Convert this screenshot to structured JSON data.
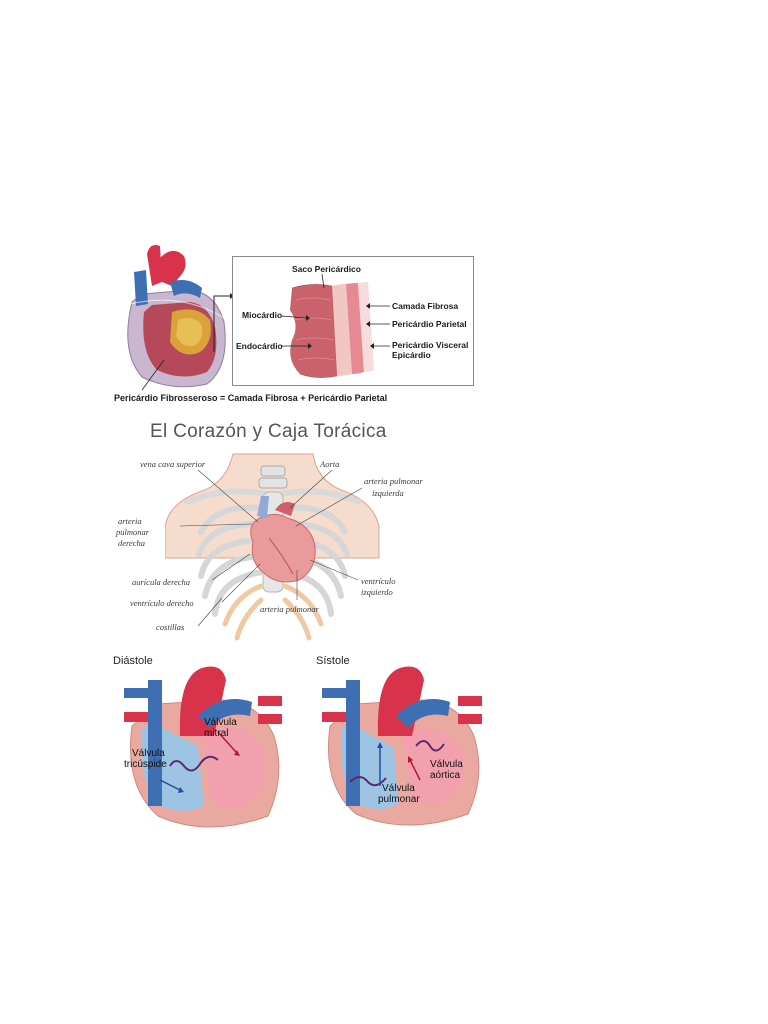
{
  "pericardium": {
    "labels": {
      "saco": "Saco Pericárdico",
      "miocardio": "Miocárdio",
      "endocardio": "Endocárdio",
      "camada_fibrosa": "Camada Fibrosa",
      "parietal": "Pericárdio Parietal",
      "visceral_1": "Pericárdio Visceral",
      "visceral_2": "Epicárdio"
    },
    "caption": "Pericárdio Fibrosseroso = Camada Fibrosa + Pericárdio Parietal"
  },
  "thorax": {
    "title": "El Corazón y Caja Torácica",
    "labels": {
      "vena_cava": "vena cava superior",
      "aorta": "Aorta",
      "art_pulm_izq_1": "arteria pulmonar",
      "art_pulm_izq_2": "izquierda",
      "art_pulm_der_1": "arteria",
      "art_pulm_der_2": "pulmonar",
      "art_pulm_der_3": "derecha",
      "auricula": "aurícula derecha",
      "ventriculo_der": "ventrículo derecho",
      "costillas": "costillas",
      "art_pulmonar": "arteria pulmonar",
      "vent_izq_1": "ventrículo",
      "vent_izq_2": "izquierdo"
    }
  },
  "cycle": {
    "diastole": {
      "title": "Diástole",
      "mitral_1": "Válvula",
      "mitral_2": "mitral",
      "tricuspide_1": "Válvula",
      "tricuspide_2": "tricúspide"
    },
    "systole": {
      "title": "Sístole",
      "aortica_1": "Válvula",
      "aortica_2": "aórtica",
      "pulmonar_1": "Válvula",
      "pulmonar_2": "pulmonar"
    }
  },
  "colors": {
    "arterial_red": "#d8334a",
    "venous_blue": "#3e6fb3",
    "myocardium_pink": "#e9a9a0",
    "chamber_blue": "#9ec4e4",
    "chamber_pink": "#f2a0ae"
  }
}
